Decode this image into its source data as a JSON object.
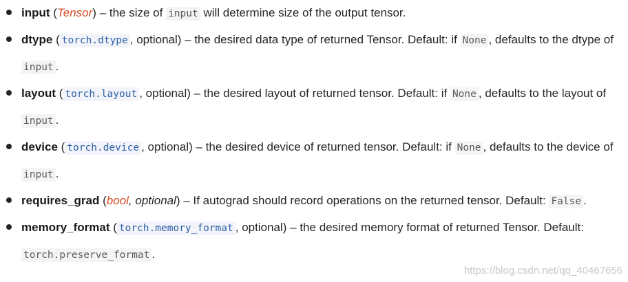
{
  "params": [
    {
      "name": "input",
      "open": " (",
      "type_link": "Tensor",
      "close": ")",
      "desc1": " – the size of ",
      "code1": "input",
      "desc2": " will determine size of the output tensor."
    },
    {
      "name": "dtype",
      "open": " (",
      "type_code": "torch.dtype",
      "optional": ", optional)",
      "desc1": " – the desired data type of returned Tensor. Default: if ",
      "code1": "None",
      "desc2": ", defaults to the dtype of ",
      "code2": "input",
      "end": "."
    },
    {
      "name": "layout",
      "open": " (",
      "type_code": "torch.layout",
      "optional": ", optional)",
      "desc1": " – the desired layout of returned tensor. Default: if ",
      "code1": "None",
      "desc2": ", defaults to the layout of ",
      "code2": "input",
      "end": "."
    },
    {
      "name": "device",
      "open": " (",
      "type_code": "torch.device",
      "optional": ", optional)",
      "desc1": " – the desired device of returned tensor. Default: if ",
      "code1": "None",
      "desc2": ", defaults to the device of ",
      "code2": "input",
      "end": "."
    },
    {
      "name": "requires_grad",
      "open": " (",
      "type_link": "bool",
      "type_italic": ", optional",
      "close": ")",
      "desc1": " – If autograd should record operations on the returned tensor. Default: ",
      "code1": "False",
      "end": "."
    },
    {
      "name": "memory_format",
      "open": " (",
      "type_code": "torch.memory_format",
      "optional": ", optional)",
      "desc1": " – the desired memory format of returned Tensor. Default: ",
      "code1": "torch.preserve_format",
      "end": "."
    }
  ],
  "watermark": "https://blog.csdn.net/qq_40467656"
}
